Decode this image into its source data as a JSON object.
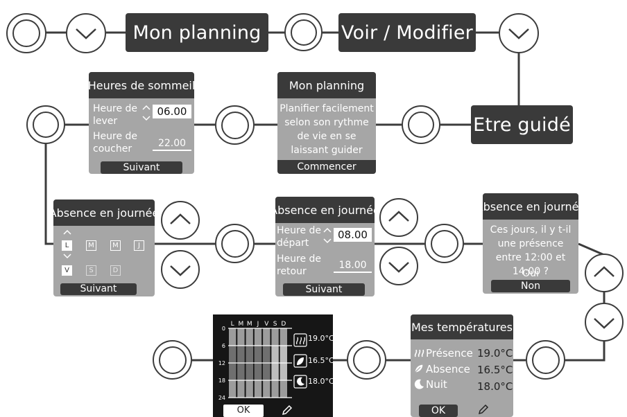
{
  "colors": {
    "dark": "#3a3a3a",
    "card": "#a6a6a6",
    "line": "#3c3c3c",
    "white": "#ffffff"
  },
  "top_row": {
    "mon_planning_label": "Mon planning",
    "voir_modifier_label": "Voir / Modifier"
  },
  "etre_guide_label": "Etre guidé",
  "card_mon_planning": {
    "title": "Mon planning",
    "text": "Planifier facilement selon son rythme de vie en se laissant guider",
    "button": "Commencer"
  },
  "card_sommeil": {
    "title": "Heures de sommeil",
    "lever_label": "Heure de lever",
    "lever_value": "06.00",
    "coucher_label": "Heure de coucher",
    "coucher_value": "22.00",
    "button": "Suivant"
  },
  "card_absence_days": {
    "title": "Absence en journée",
    "days": [
      "L",
      "M",
      "M",
      "J",
      "V",
      "S",
      "D"
    ],
    "button": "Suivant"
  },
  "card_absence_hours": {
    "title": "Absence en journée",
    "depart_label": "Heure de départ",
    "depart_value": "08.00",
    "retour_label": "Heure de retour",
    "retour_value": "18.00",
    "button": "Suivant"
  },
  "card_absence_question": {
    "title": "Absence en journée",
    "question": "Ces jours, il y t-il une présence entre 12:00 et 14:00 ?",
    "oui": "Oui",
    "non": "Non"
  },
  "card_temperatures": {
    "title": "Mes températures",
    "rows": [
      {
        "label": "Présence",
        "value": "19.0°C",
        "icon": "heat-waves-icon"
      },
      {
        "label": "Absence",
        "value": "16.5°C",
        "icon": "leaf-icon"
      },
      {
        "label": "Nuit",
        "value": "18.0°C",
        "icon": "moon-icon"
      }
    ],
    "ok": "OK"
  },
  "planning_screen": {
    "days": [
      "L",
      "M",
      "M",
      "J",
      "V",
      "S",
      "D"
    ],
    "hours": [
      "0",
      "6",
      "12",
      "18",
      "24"
    ],
    "temps": [
      "19.0°C",
      "16.5°C",
      "18.0°C"
    ],
    "ok": "OK"
  }
}
